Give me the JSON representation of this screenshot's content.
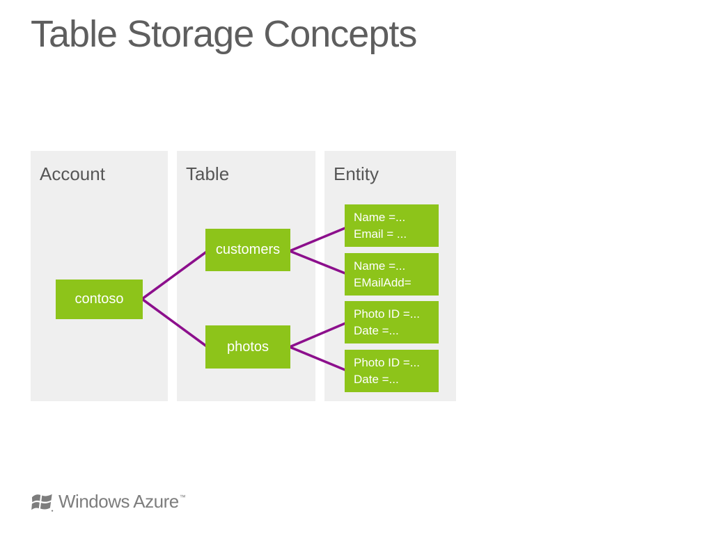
{
  "slide": {
    "title": "Table Storage Concepts"
  },
  "colors": {
    "panel_background": "#efefef",
    "node_green": "#8dc41a",
    "connector_purple": "#8c0f8c",
    "title_gray": "#5e5e5e",
    "header_gray": "#565656",
    "logo_gray": "#7d7d7d"
  },
  "diagram": {
    "columns": [
      {
        "label": "Account"
      },
      {
        "label": "Table"
      },
      {
        "label": "Entity"
      }
    ],
    "account_node": {
      "label": "contoso"
    },
    "table_nodes": [
      {
        "label": "customers"
      },
      {
        "label": "photos"
      }
    ],
    "entity_nodes": [
      {
        "line1": "Name =...",
        "line2": "Email = ..."
      },
      {
        "line1": "Name =...",
        "line2": "EMailAdd="
      },
      {
        "line1": "Photo ID =...",
        "line2": "Date =..."
      },
      {
        "line1": "Photo ID =...",
        "line2": "Date =..."
      }
    ]
  },
  "footer": {
    "brand": "Windows Azure",
    "trademark": "™"
  }
}
